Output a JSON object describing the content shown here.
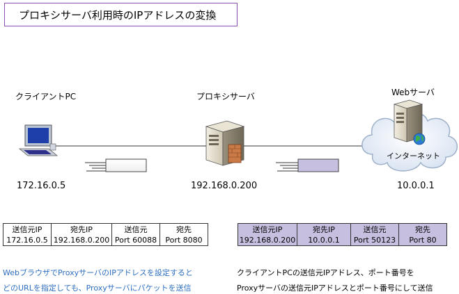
{
  "title": "プロキシサーバ利用時のIPアドレスの変換",
  "nodes": {
    "client": {
      "label": "クライアントPC",
      "ip": "172.16.0.5"
    },
    "proxy": {
      "label": "プロキシサーバ",
      "ip": "192.168.0.200"
    },
    "web": {
      "label": "Webサーバ",
      "ip": "10.0.0.1",
      "cloud_label": "インターネット"
    }
  },
  "packet_before": [
    {
      "head": "送信元IP",
      "value": "172.16.0.5"
    },
    {
      "head": "宛先IP",
      "value": "192.168.0.200"
    },
    {
      "head": "送信元",
      "value": "Port 60088"
    },
    {
      "head": "宛先",
      "value": "Port 8080"
    }
  ],
  "packet_after": [
    {
      "head": "送信元IP",
      "value": "192.168.0.200"
    },
    {
      "head": "宛先IP",
      "value": "10.0.0.1"
    },
    {
      "head": "送信元",
      "value": "Port 50123"
    },
    {
      "head": "宛先",
      "value": "Port 80"
    }
  ],
  "notes": {
    "left": [
      "WebブラウザでProxyサーバのIPアドレスを設定すると",
      "どのURLを指定しても、Proxyサーバにパケットを送信"
    ],
    "right": [
      "クライアントPCの送信元IPアドレス、ポート番号を",
      "Proxyサーバの送信元IPアドレスとポート番号にして送信"
    ]
  },
  "colors": {
    "title_border": "#8c4fb5",
    "packet_after_fill": "#c7bfe0",
    "note_left": "#2e6fc0"
  }
}
